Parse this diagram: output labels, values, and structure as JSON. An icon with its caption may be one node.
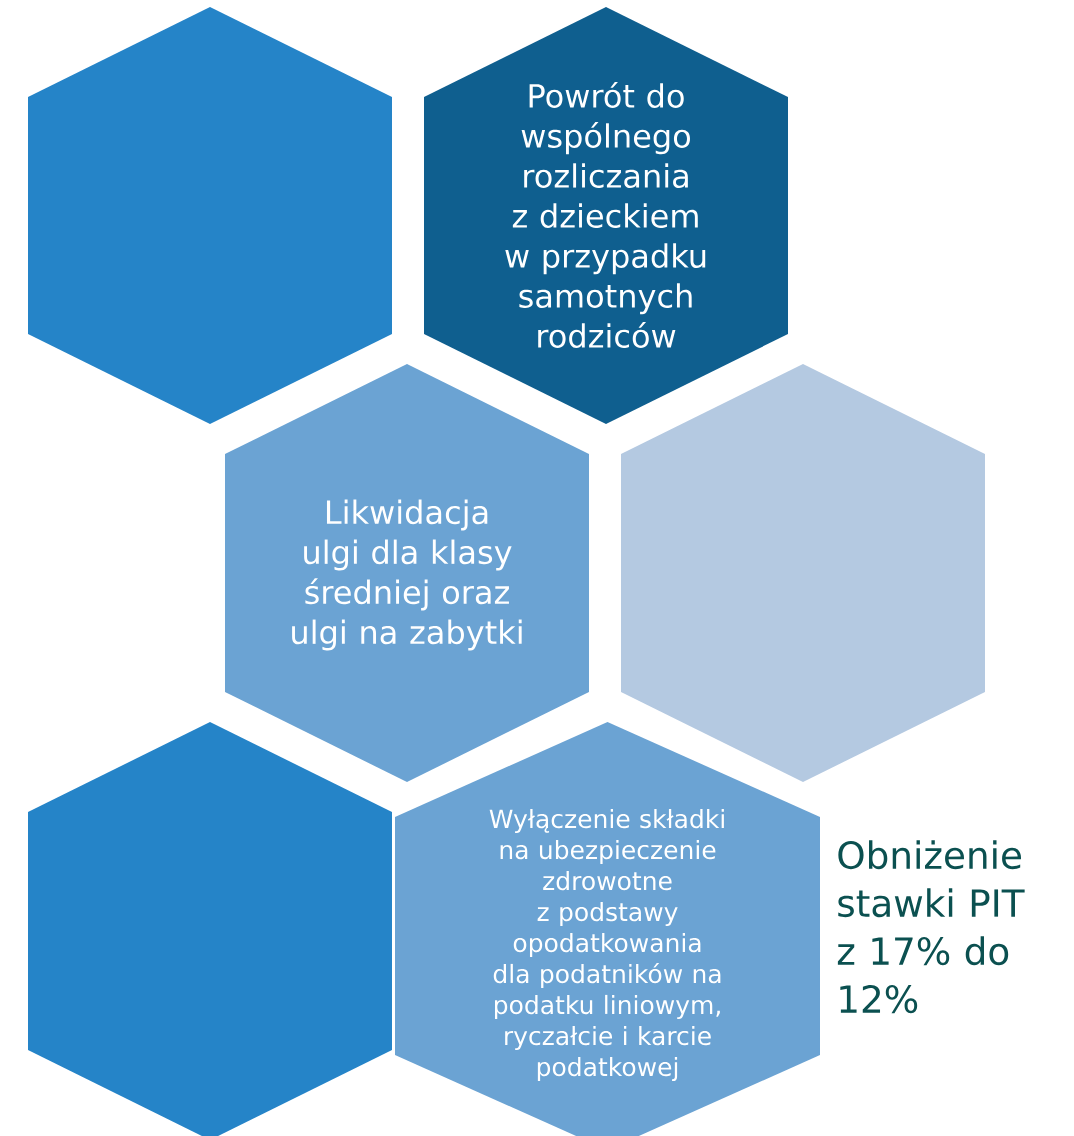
{
  "diagram": {
    "nodes": [
      {
        "text": [],
        "shape": "hexagon"
      },
      {
        "text": [
          "Powrót do wspólnego rozliczania z dzieckiem w przypadku samotnych rodziców"
        ]
      },
      {
        "text": [
          "Likwidacja ulgi dla klasy średniej oraz ulgi na zabytki"
        ]
      },
      {
        "text": [],
        "shape": "hexagon"
      },
      {
        "text": [],
        "shape": "hexagon"
      },
      {
        "text": [
          "Wyłączenie składki na ubezpieczenie zdrowotne z podstawy opodatkowania dla podatników na podatku liniowym, ryczałcie i karcie podatkowej"
        ]
      }
    ],
    "labels": [
      "Obniżenie stawki PIT z 17% do 12%"
    ]
  }
}
